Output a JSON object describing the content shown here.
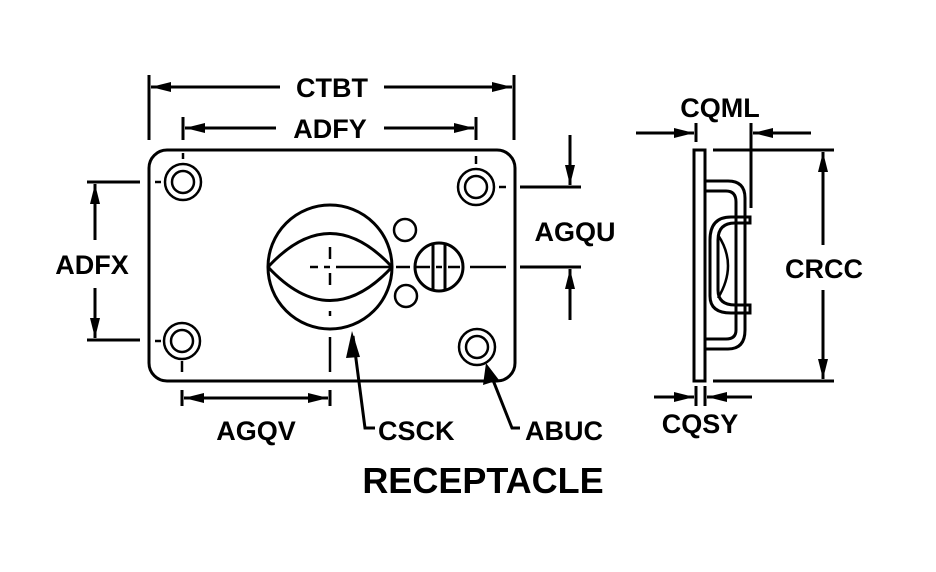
{
  "diagram": {
    "title": "RECEPTACLE",
    "colors": {
      "ink": "#000000",
      "background": "#ffffff"
    },
    "front_view": {
      "dimensions": {
        "overall_width": "CTBT",
        "hole_spacing_horizontal": "ADFY",
        "hole_spacing_vertical": "ADFX",
        "center_offset_vertical": "AGQU",
        "center_offset_horizontal": "AGQV"
      },
      "callouts": {
        "receptacle_diameter": "CSCK",
        "mounting_hole": "ABUC"
      }
    },
    "side_view": {
      "dimensions": {
        "overall_depth": "CQML",
        "overall_height": "CRCC",
        "plate_thickness": "CQSY"
      }
    }
  }
}
